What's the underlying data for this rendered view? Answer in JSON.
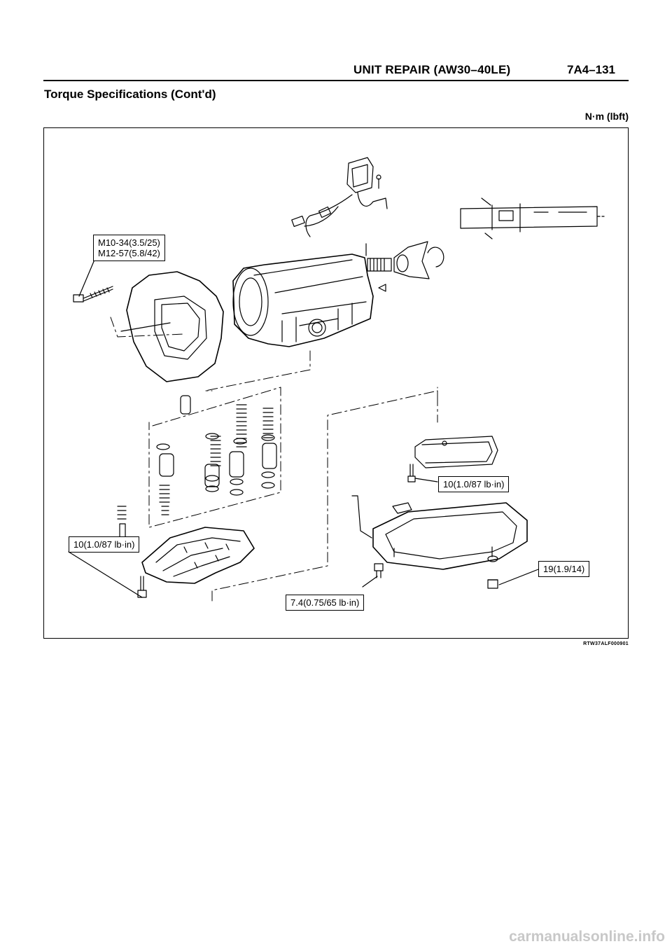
{
  "header": {
    "title": "UNIT REPAIR (AW30–40LE)",
    "page": "7A4–131"
  },
  "section_title": "Torque Specifications (Cont'd)",
  "units": "N·m (lbft)",
  "figure": {
    "labels": {
      "housing_bolt_line1": "M10-34(3.5/25)",
      "housing_bolt_line2": "M12-57(5.8/42)",
      "strainer_bolt": "10(1.0/87 lb·in)",
      "valve_body_bolt": "10(1.0/87 lb·in)",
      "oil_pan_bolt": "7.4(0.75/65 lb·in)",
      "drain_plug": "19(1.9/14)"
    },
    "code": "RTW37ALF000901"
  },
  "watermark": "carmanualsonline.info"
}
